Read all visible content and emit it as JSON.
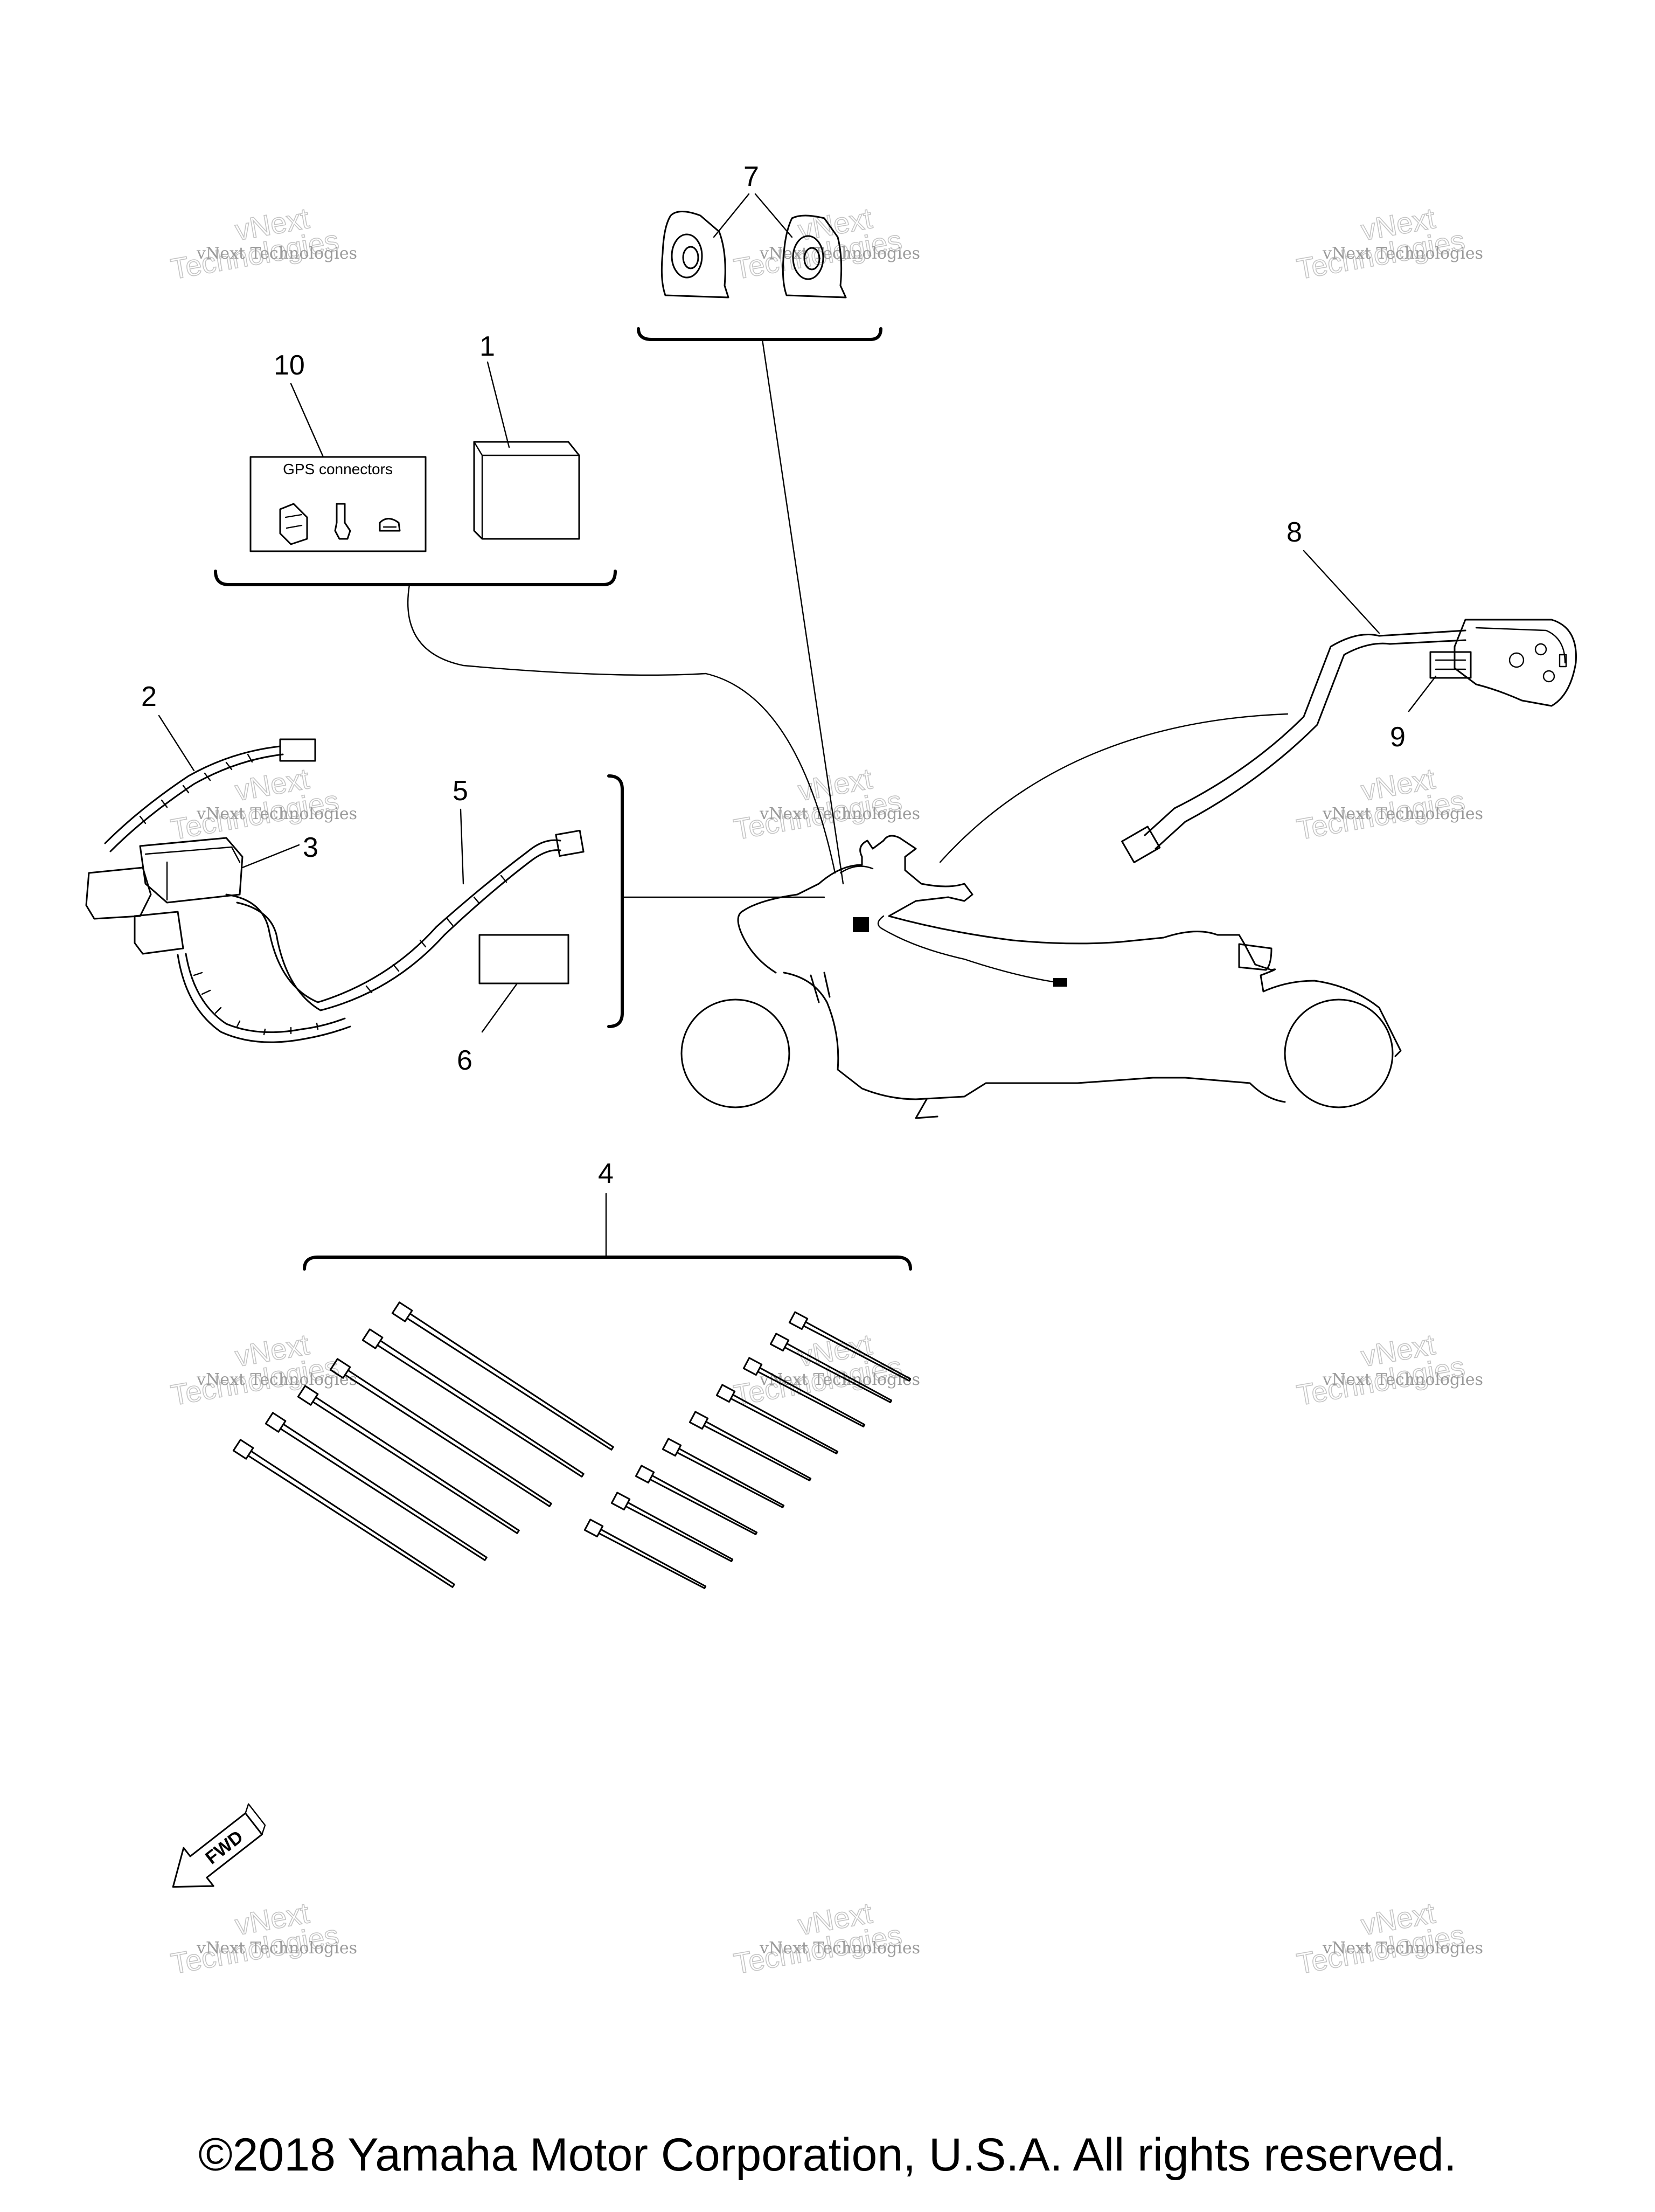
{
  "callouts": {
    "c1": "1",
    "c2": "2",
    "c3": "3",
    "c4": "4",
    "c5": "5",
    "c6": "6",
    "c7": "7",
    "c8": "8",
    "c9": "9",
    "c10": "10"
  },
  "gps_box_label": "GPS connectors",
  "fwd_label": "FWD",
  "watermark": {
    "line1": "vNext Technologies",
    "line2": "Technologies",
    "line3": "vNext"
  },
  "copyright": "©2018 Yamaha Motor Corporation, U.S.A. All rights reserved."
}
